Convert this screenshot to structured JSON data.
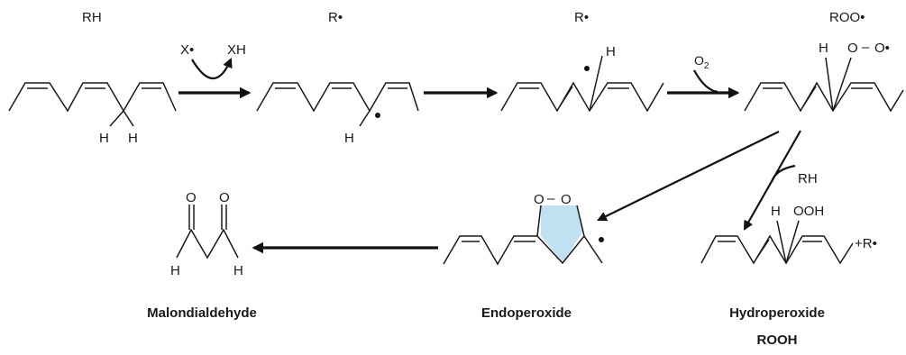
{
  "colors": {
    "ink": "#1a1a1a",
    "ring_fill": "#bfe1f2"
  },
  "species": {
    "rh": "RH",
    "r1": "R•",
    "r2": "R•",
    "roo": "ROO•"
  },
  "atoms": {
    "h_a": "H",
    "h_b": "H",
    "h_radical_1": "H",
    "h_radical_2": "H",
    "h_peroxyl": "H",
    "o_peroxyl": "O",
    "dash_peroxyl": "–",
    "o_peroxyl_radical": "O•",
    "o_endo": "O",
    "dash_endo": "–",
    "o_endo_2": "O",
    "h_hydro": "H",
    "ooh": "OOH",
    "plus_r": "+R•",
    "mda_o1": "O",
    "mda_o2": "O",
    "mda_h1": "H",
    "mda_h2": "H"
  },
  "reagents": {
    "x_radical": "X•",
    "xh": "XH",
    "o2": "O",
    "o2_sub": "2",
    "rh": "RH"
  },
  "labels": {
    "malondialdehyde": "Malondialdehyde",
    "endoperoxide": "Endoperoxide",
    "hydroperoxide": "Hydroperoxide",
    "rooh": "ROOH"
  }
}
